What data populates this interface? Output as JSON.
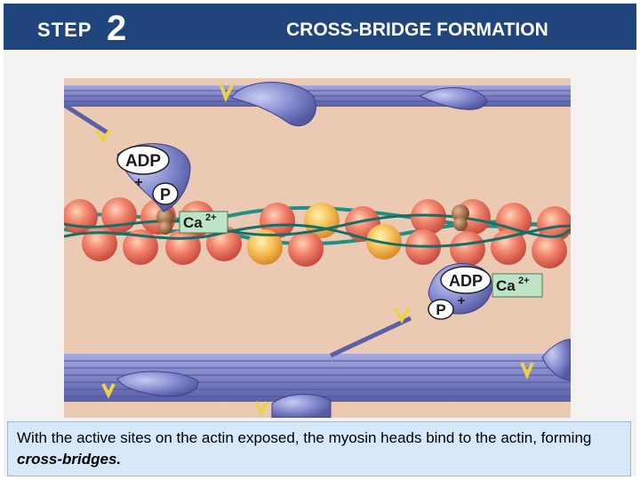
{
  "header": {
    "step_word": "STEP",
    "step_number": "2",
    "title": "CROSS-BRIDGE FORMATION"
  },
  "diagram": {
    "labels": {
      "adp_top": "ADP",
      "plus_top": "+",
      "p_top": "P",
      "ca_top_base": "Ca",
      "ca_top_sup": "2+",
      "adp_bottom": "ADP",
      "plus_bottom": "+",
      "p_bottom": "P",
      "ca_bottom_base": "Ca",
      "ca_bottom_sup": "2+"
    }
  },
  "caption": {
    "text_before": "With the active sites on the actin exposed, the myosin heads bind to the actin, forming ",
    "emphasis": "cross-bridges."
  },
  "colors": {
    "header_bg": "#20457d",
    "cytoplasm": "#ecc9b2",
    "thick_filament": "#7d82c6",
    "actin_bead": "#e96f5e",
    "tropomyosin": "#1f8f86",
    "caption_bg": "#d7e8fb"
  }
}
